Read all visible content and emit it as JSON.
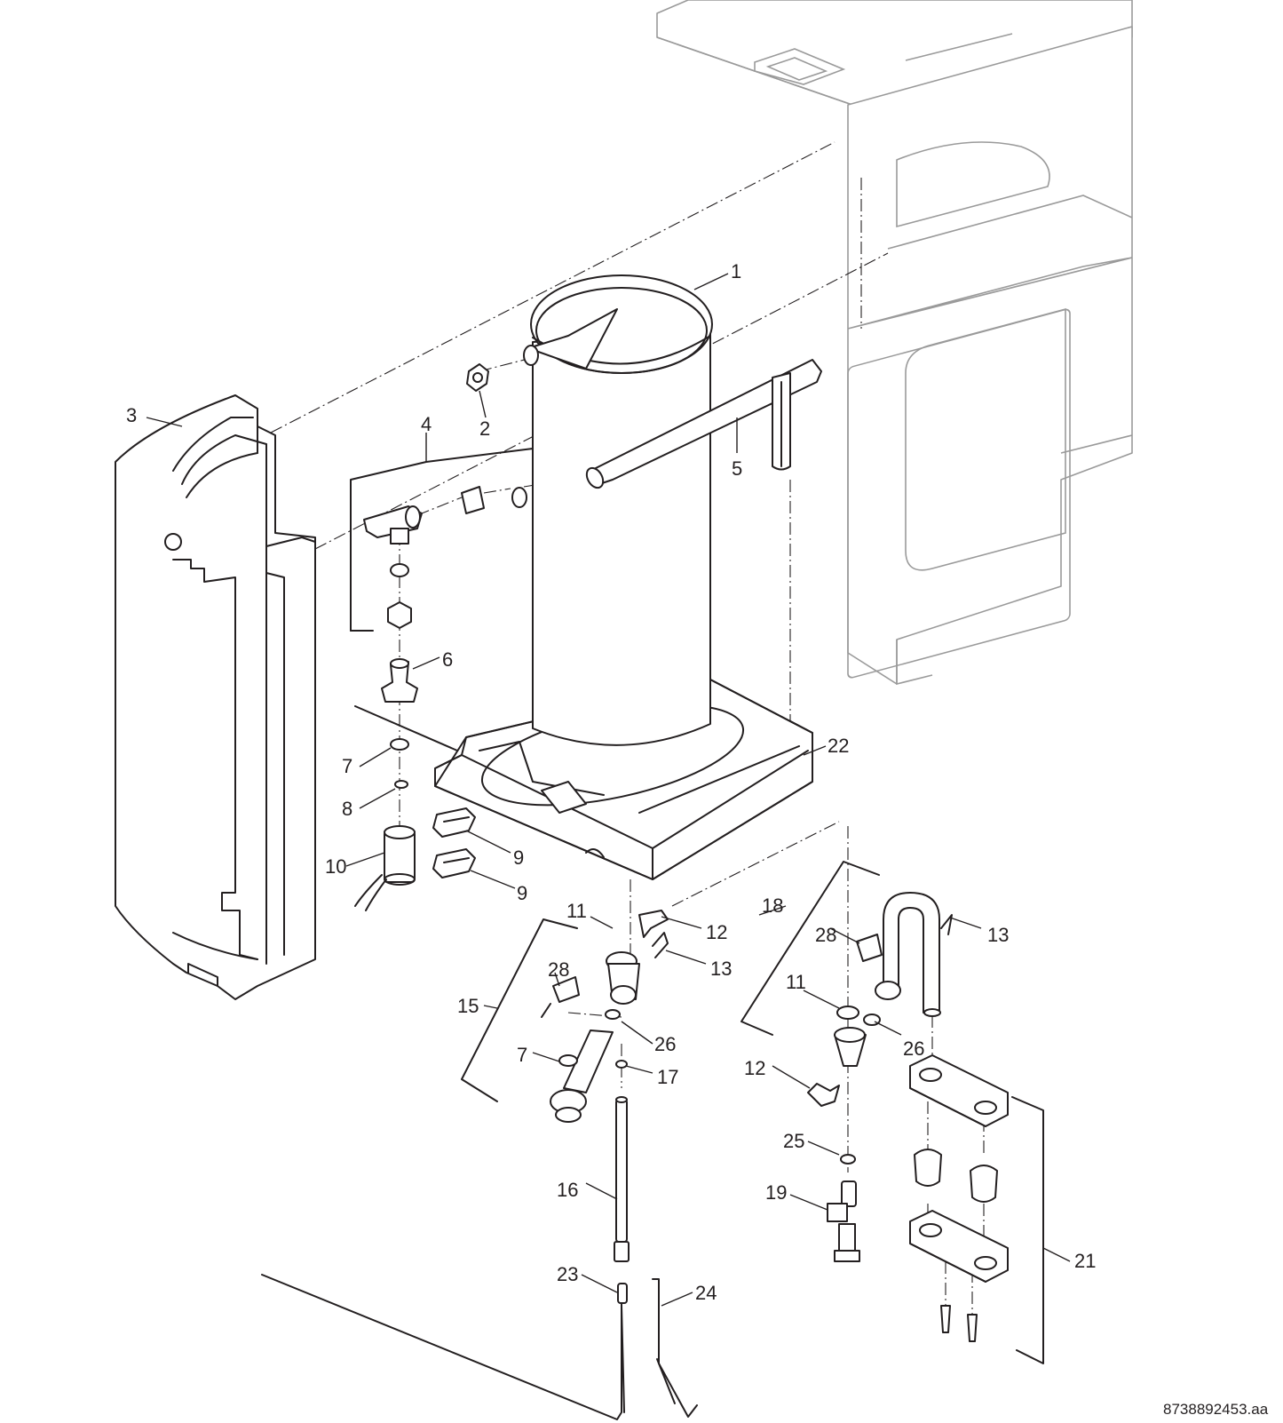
{
  "document_id": "8738892453.aa",
  "callouts": [
    {
      "id": "1",
      "text": "1"
    },
    {
      "id": "2",
      "text": "2"
    },
    {
      "id": "3",
      "text": "3"
    },
    {
      "id": "4",
      "text": "4"
    },
    {
      "id": "5",
      "text": "5"
    },
    {
      "id": "6",
      "text": "6"
    },
    {
      "id": "7a",
      "text": "7"
    },
    {
      "id": "7b",
      "text": "7"
    },
    {
      "id": "8",
      "text": "8"
    },
    {
      "id": "9a",
      "text": "9"
    },
    {
      "id": "9b",
      "text": "9"
    },
    {
      "id": "10",
      "text": "10"
    },
    {
      "id": "11a",
      "text": "11"
    },
    {
      "id": "11b",
      "text": "11"
    },
    {
      "id": "12a",
      "text": "12"
    },
    {
      "id": "12b",
      "text": "12"
    },
    {
      "id": "13a",
      "text": "13"
    },
    {
      "id": "13b",
      "text": "13"
    },
    {
      "id": "15",
      "text": "15"
    },
    {
      "id": "16",
      "text": "16"
    },
    {
      "id": "17",
      "text": "17"
    },
    {
      "id": "18",
      "text": "18"
    },
    {
      "id": "19",
      "text": "19"
    },
    {
      "id": "21",
      "text": "21"
    },
    {
      "id": "22",
      "text": "22"
    },
    {
      "id": "23",
      "text": "23"
    },
    {
      "id": "24",
      "text": "24"
    },
    {
      "id": "25",
      "text": "25"
    },
    {
      "id": "26a",
      "text": "26"
    },
    {
      "id": "26b",
      "text": "26"
    },
    {
      "id": "28a",
      "text": "28"
    },
    {
      "id": "28b",
      "text": "28"
    }
  ]
}
